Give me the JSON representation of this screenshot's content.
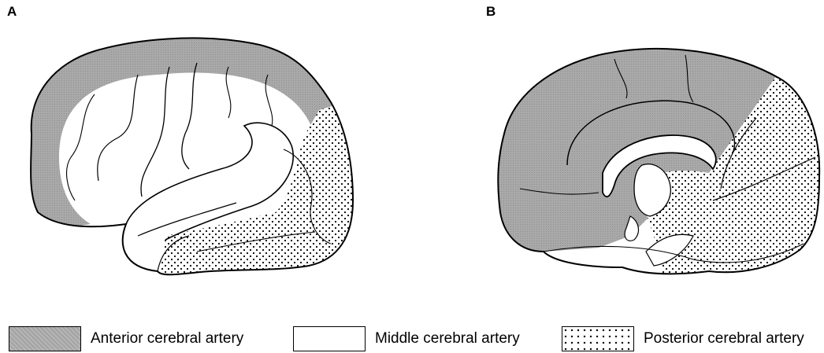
{
  "panels": {
    "a_label": "A",
    "b_label": "B"
  },
  "legend": [
    {
      "label": "Anterior cerebral artery",
      "pattern": "shaded"
    },
    {
      "label": "Middle cerebral artery",
      "pattern": "blank"
    },
    {
      "label": "Posterior cerebral artery",
      "pattern": "dotted"
    }
  ],
  "colors": {
    "anterior": "#a8a8a8",
    "middle": "#ffffff",
    "posterior_dots": "#000000",
    "outline": "#000000"
  }
}
